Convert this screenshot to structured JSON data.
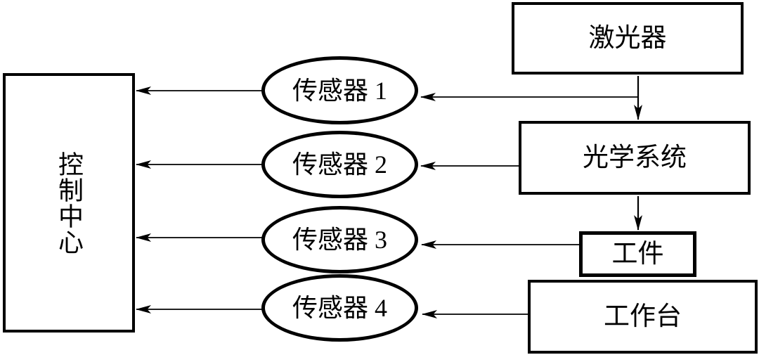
{
  "diagram": {
    "background": "#ffffff",
    "stroke_color": "#000000",
    "text_color": "#000000",
    "nodes": {
      "laser": {
        "label": "激光器",
        "shape": "rect"
      },
      "optical_system": {
        "label": "光学系统",
        "shape": "rect"
      },
      "workpiece": {
        "label": "工件",
        "shape": "rect"
      },
      "worktable": {
        "label": "工作台",
        "shape": "rect"
      },
      "control_center": {
        "label": "控制中心",
        "shape": "rect",
        "text_direction": "vertical"
      },
      "sensor_1": {
        "label": "传感器 1",
        "shape": "ellipse"
      },
      "sensor_2": {
        "label": "传感器 2",
        "shape": "ellipse"
      },
      "sensor_3": {
        "label": "传感器 3",
        "shape": "ellipse"
      },
      "sensor_4": {
        "label": "传感器 4",
        "shape": "ellipse"
      }
    },
    "edges": [
      {
        "from": "laser",
        "to": "optical_system"
      },
      {
        "from": "optical_system",
        "to": "workpiece"
      },
      {
        "from": "laser",
        "to": "sensor_1"
      },
      {
        "from": "optical_system",
        "to": "sensor_2"
      },
      {
        "from": "workpiece",
        "to": "sensor_3"
      },
      {
        "from": "worktable",
        "to": "sensor_4"
      },
      {
        "from": "sensor_1",
        "to": "control_center"
      },
      {
        "from": "sensor_2",
        "to": "control_center"
      },
      {
        "from": "sensor_3",
        "to": "control_center"
      },
      {
        "from": "sensor_4",
        "to": "control_center"
      }
    ]
  }
}
